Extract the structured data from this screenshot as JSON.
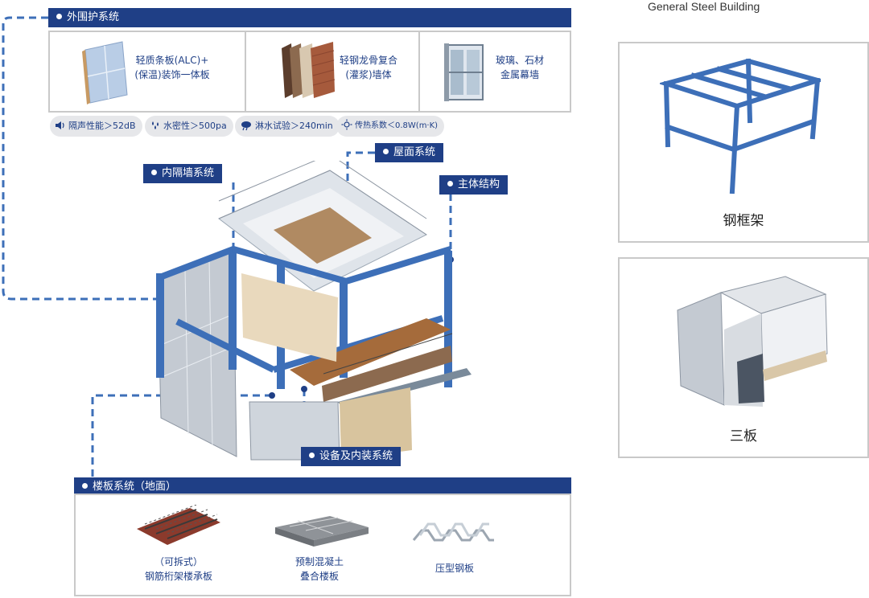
{
  "header": {
    "top_title": "General Steel Building"
  },
  "envelope": {
    "title": "外围护系统",
    "items": [
      {
        "line1": "轻质条板(ALC)+",
        "line2": "(保温)装饰一体板"
      },
      {
        "line1": "轻钢龙骨复合",
        "line2": "(灌浆)墙体"
      },
      {
        "line1": "玻璃、石材",
        "line2": "金属幕墙"
      }
    ],
    "specs": [
      {
        "label": "隔声性能＞52dB",
        "icon": "speaker-icon"
      },
      {
        "label": "水密性＞500pa",
        "icon": "water-drops-icon"
      },
      {
        "label": "淋水试验＞240min",
        "icon": "rain-cloud-icon"
      },
      {
        "label": "传热系数＜0.8W(m·K)",
        "icon": "sun-icon"
      }
    ]
  },
  "callouts": {
    "roof": "屋面系统",
    "partition": "内隔墙系统",
    "main_structure": "主体结构",
    "equipment": "设备及内装系统"
  },
  "floor": {
    "title": "楼板系统（地面）",
    "items": [
      {
        "line1": "（可拆式）",
        "line2": "钢筋桁架楼承板"
      },
      {
        "line1": "预制混凝土",
        "line2": "叠合楼板"
      },
      {
        "line1": "压型钢板",
        "line2": ""
      }
    ]
  },
  "right_panels": [
    {
      "caption": "钢框架"
    },
    {
      "caption": "三板"
    }
  ],
  "colors": {
    "brand_blue": "#1f3f86",
    "accent_blue": "#3d6fb8",
    "border_gray": "#c9c9c9",
    "pill_gray": "#e6e7ea"
  }
}
